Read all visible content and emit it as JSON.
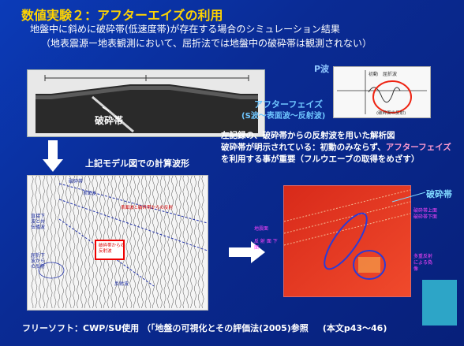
{
  "title": "数値実験２：アフターエイズの利用",
  "subtitle_1": "地盤中に斜めに破砕帯(低速度帯)が存在する場合のシミュレーション結果",
  "subtitle_2": "（地表震源ー地表観測において、屈折法では地盤中の破砕帯は観測されない）",
  "model_fault_label": "破砕帯",
  "calc_label": "上記モデル図での計算波形",
  "pwave_label": "P波",
  "pwave_panel_text": "初動　屈折波",
  "pwave_panel_note": "(破砕面の反射)",
  "afterphase_label": "アフターフェイズ",
  "afterphase_sub": "(S波～表面波～反射波)",
  "desc_line1": "左記録の、破砕帯からの反射波を用いた解析図",
  "desc_line2_a": "破砕帯が明示されている：初動のみならず、",
  "desc_line2_hl": "アフターフェイズ",
  "desc_line2_b": "を利用する事が重要（フルウエーブの取得をめざす）",
  "red_fault_label": "破砕帯",
  "seis_labels": {
    "top": "破砕帯",
    "left1": "直接下\n波と共\n伝播波",
    "left2": "屈折下\n波から\nの反射",
    "box": "破砕帯からの\n反射波",
    "mid1": "表面波",
    "mid2": "表面波と破砕帯からの反射",
    "bottom": "反射波"
  },
  "red_labels": {
    "l1": "地震面",
    "l2": "反 射 面 下\n面",
    "r1": "破砕帯上面\n破砕帯下面",
    "r2": "多重反射\nによる偽\n像"
  },
  "footer": "フリーソフト：CWP/SU使用 （「地盤の可視化とその評価法(2005)参照",
  "footer_ref": "(本文p43～46)",
  "colors": {
    "title": "#ffd400",
    "background": "#0a2f9c",
    "highlight": "#ff9bd0",
    "accent_cyan": "#6fc6ff"
  }
}
